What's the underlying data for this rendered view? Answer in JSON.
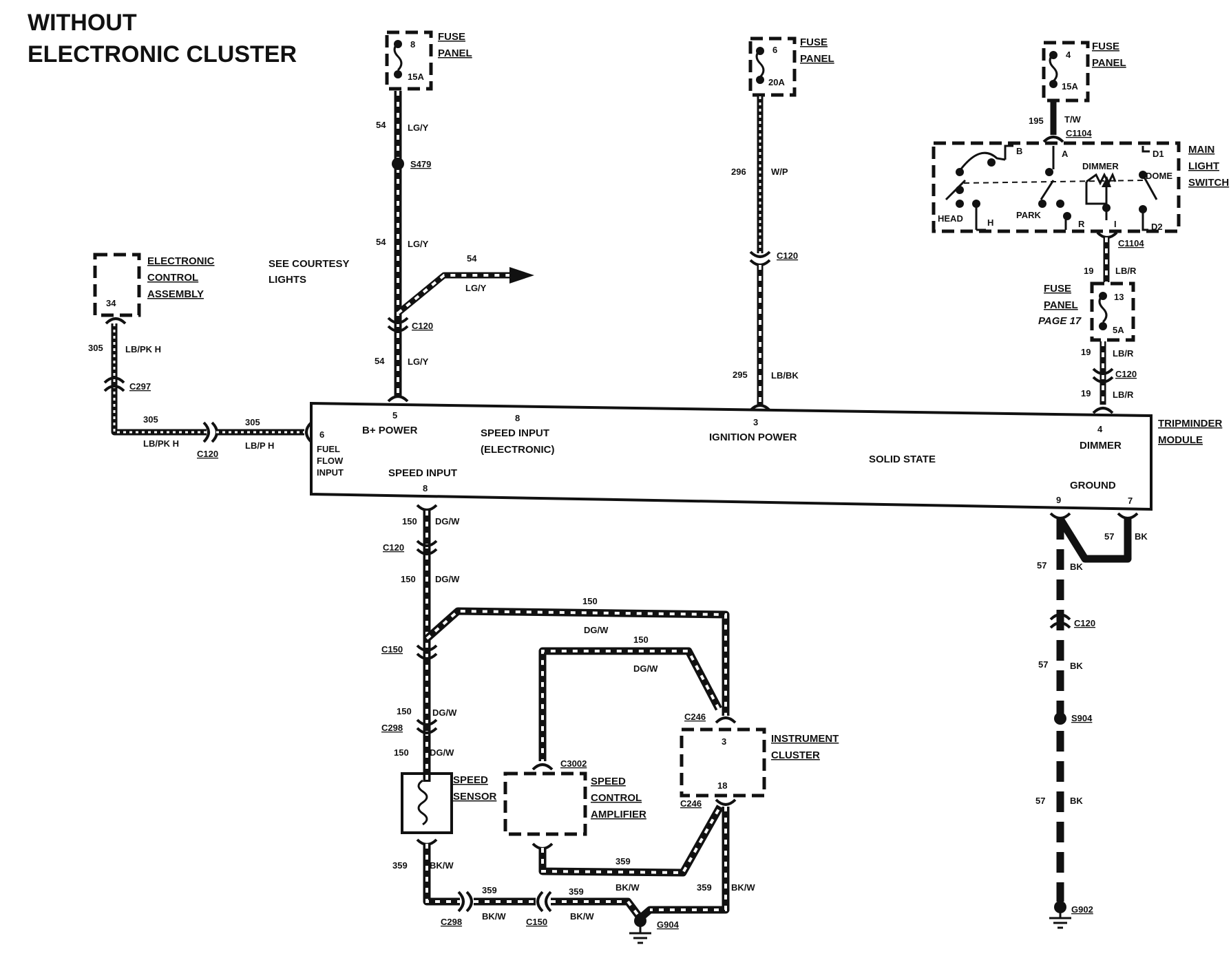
{
  "title": {
    "line1": "WITHOUT",
    "line2": "ELECTRONIC CLUSTER"
  },
  "fuse_panels": [
    {
      "id": "fp1",
      "fuse": "8",
      "amps": "15A",
      "label1": "FUSE",
      "label2": "PANEL"
    },
    {
      "id": "fp2",
      "fuse": "6",
      "amps": "20A",
      "label1": "FUSE",
      "label2": "PANEL"
    },
    {
      "id": "fp3",
      "fuse": "4",
      "amps": "15A",
      "label1": "FUSE",
      "label2": "PANEL"
    },
    {
      "id": "fp4",
      "fuse": "13",
      "amps": "5A",
      "label1": "FUSE",
      "label2": "PANEL",
      "page": "PAGE 17"
    }
  ],
  "components": {
    "eca": {
      "line1": "ELECTRONIC",
      "line2": "CONTROL",
      "line3": "ASSEMBLY",
      "pin": "34"
    },
    "courtesy": {
      "line1": "SEE COURTESY",
      "line2": "LIGHTS",
      "circuit": "54",
      "color": "LG/Y"
    },
    "main_switch": {
      "line1": "MAIN",
      "line2": "LIGHT",
      "line3": "SWITCH",
      "terminals": {
        "b": "B",
        "a": "A",
        "d1": "D1",
        "d2": "D2",
        "h": "H",
        "r": "R",
        "i": "I"
      },
      "dimmer": "DIMMER",
      "dome": "DOME",
      "head": "HEAD",
      "park": "PARK"
    },
    "tripminder": {
      "label1": "TRIPMINDER",
      "label2": "MODULE",
      "solid_state": "SOLID STATE",
      "pin6": "6",
      "fuel_flow1": "FUEL",
      "fuel_flow2": "FLOW",
      "fuel_flow3": "INPUT",
      "pin5": "5",
      "b_power": "B+ POWER",
      "pin8_top": "8",
      "speed_elec1": "SPEED INPUT",
      "speed_elec2": "(ELECTRONIC)",
      "speed_input": "SPEED INPUT",
      "pin8_bottom": "8",
      "pin3": "3",
      "ignition": "IGNITION POWER",
      "pin4": "4",
      "dimmer": "DIMMER",
      "ground": "GROUND",
      "pin9": "9",
      "pin7": "7"
    },
    "speed_sensor": {
      "line1": "SPEED",
      "line2": "SENSOR"
    },
    "speed_amp": {
      "line1": "SPEED",
      "line2": "CONTROL",
      "line3": "AMPLIFIER"
    },
    "cluster": {
      "line1": "INSTRUMENT",
      "line2": "CLUSTER",
      "pin_top": "3",
      "pin_bottom": "18"
    }
  },
  "connectors": {
    "c1104_top": "C1104",
    "c1104_bot": "C1104",
    "c120_a": "C120",
    "c120_b": "C120",
    "c120_c": "C120",
    "c120_d": "C120",
    "c120_e": "C120",
    "c120_f": "C120",
    "c297": "C297",
    "c150_a": "C150",
    "c150_b": "C150",
    "c298_a": "C298",
    "c298_b": "C298",
    "c3002": "C3002",
    "c246_a": "C246",
    "c246_b": "C246"
  },
  "splices": {
    "s479": "S479",
    "s904": "S904"
  },
  "grounds": {
    "g904": "G904",
    "g902": "G902"
  },
  "wires": {
    "w54a": {
      "circuit": "54",
      "color": "LG/Y"
    },
    "w54b": {
      "circuit": "54",
      "color": "LG/Y"
    },
    "w54c": {
      "circuit": "54",
      "color": "LG/Y"
    },
    "w296": {
      "circuit": "296",
      "color": "W/P"
    },
    "w295": {
      "circuit": "295",
      "color": "LB/BK"
    },
    "w195": {
      "circuit": "195",
      "color": "T/W"
    },
    "w19a": {
      "circuit": "19",
      "color": "LB/R"
    },
    "w19b": {
      "circuit": "19",
      "color": "LB/R"
    },
    "w19c": {
      "circuit": "19",
      "color": "LB/R"
    },
    "w305a": {
      "circuit": "305",
      "color": "LB/PK H"
    },
    "w305b": {
      "circuit": "305",
      "color": "LB/PK H"
    },
    "w305c": {
      "circuit": "305",
      "color": "LB/P H"
    },
    "w150a": {
      "circuit": "150",
      "color": "DG/W"
    },
    "w150b": {
      "circuit": "150",
      "color": "DG/W"
    },
    "w150c": {
      "circuit": "150",
      "color": "DG/W"
    },
    "w150d": {
      "circuit": "150",
      "color": "DG/W"
    },
    "w150e": {
      "circuit": "150",
      "color": "DG/W"
    },
    "w150f": {
      "circuit": "150",
      "color": "DG/W"
    },
    "w359a": {
      "circuit": "359",
      "color": "BK/W"
    },
    "w359b": {
      "circuit": "359",
      "color": "BK/W"
    },
    "w359c": {
      "circuit": "359",
      "color": "BK/W"
    },
    "w359d": {
      "circuit": "359",
      "color": "BK/W"
    },
    "w359e": {
      "circuit": "359",
      "color": "BK/W"
    },
    "w57a": {
      "circuit": "57",
      "color": "BK"
    },
    "w57b": {
      "circuit": "57",
      "color": "BK"
    },
    "w57c": {
      "circuit": "57",
      "color": "BK"
    },
    "w57d": {
      "circuit": "57",
      "color": "BK"
    }
  }
}
